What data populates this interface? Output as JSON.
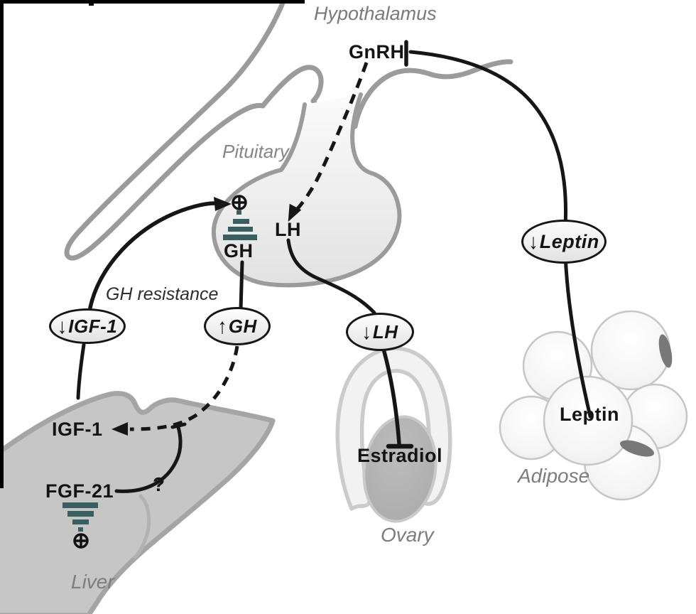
{
  "figure": {
    "organs": {
      "hypothalamus": {
        "label": "Hypothalamus"
      },
      "pituitary": {
        "label": "Pituitary"
      },
      "liver": {
        "label": "Liver"
      },
      "ovary": {
        "label": "Ovary"
      },
      "adipose": {
        "label": "Adipose"
      }
    },
    "hormones": {
      "gnrh": "GnRH",
      "lh": "LH",
      "gh": "GH",
      "igf1": "IGF-1",
      "fgf21": "FGF-21",
      "estradiol": "Estradiol",
      "leptin": "Leptin"
    },
    "ovals": {
      "igf1": {
        "arrow": "↓",
        "label": "IGF-1"
      },
      "gh": {
        "arrow": "↑",
        "label": "GH"
      },
      "lh": {
        "arrow": "↓",
        "label": "LH"
      },
      "leptin": {
        "arrow": "↓",
        "label": "Leptin"
      }
    },
    "annotations": {
      "gh_resistance": "GH resistance",
      "uncertainty": "?"
    },
    "colors": {
      "pulse_bars": "#3a5f61",
      "organ_fill": "#c6c6c6",
      "organ_outline": "#a3a3a3",
      "label_gray": "#7d7d7d",
      "line_black": "#161616"
    }
  }
}
